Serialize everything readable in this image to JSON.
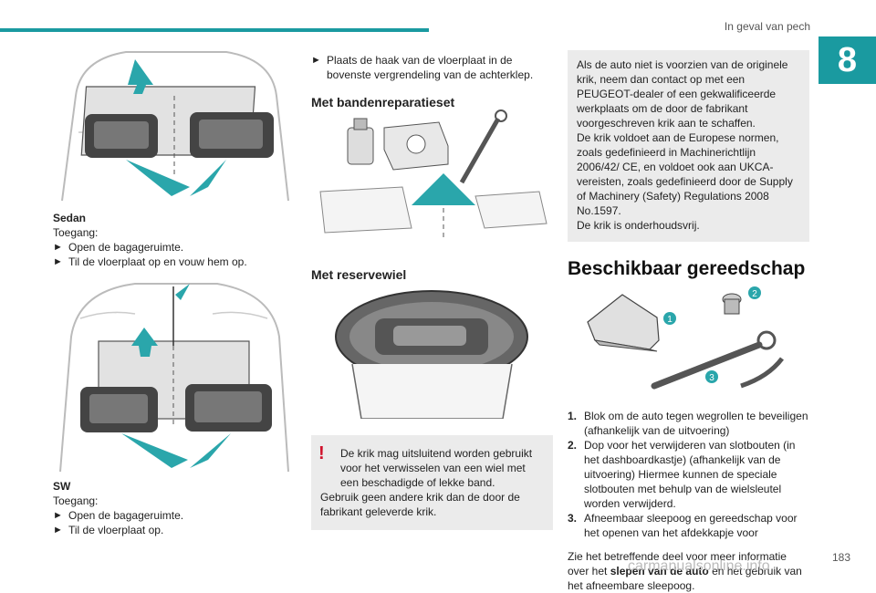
{
  "header": {
    "section_title": "In geval van pech",
    "chapter": "8",
    "page_number": "183"
  },
  "col1": {
    "sedan_title": "Sedan",
    "sedan_access": "Toegang:",
    "sedan_steps": [
      "Open de bagageruimte.",
      "Til de vloerplaat op en vouw hem op."
    ],
    "sw_title": "SW",
    "sw_access": "Toegang:",
    "sw_steps": [
      "Open de bagageruimte.",
      "Til de vloerplaat op."
    ]
  },
  "col2": {
    "hook_step": "Plaats de haak van de vloerplaat in de bovenste vergrendeling van de achterklep.",
    "repair_title": "Met bandenreparatieset",
    "spare_title": "Met reservewiel",
    "warning_line1": "De krik mag uitsluitend worden gebruikt voor het verwisselen van een wiel met een beschadigde of lekke band.",
    "warning_line2": "Gebruik geen andere krik dan de door de fabrikant geleverde krik."
  },
  "col3": {
    "info_text": "Als de auto niet is voorzien van de originele krik, neem dan contact op met een PEUGEOT-dealer of een gekwalificeerde werkplaats om de door de fabrikant voorgeschreven krik aan te schaffen.",
    "info_text2": "De krik voldoet aan de Europese normen, zoals gedefinieerd in Machinerichtlijn 2006/42/ CE, en voldoet ook aan UKCA-vereisten, zoals gedefinieerd door de Supply of Machinery (Safety) Regulations 2008 No.1597.",
    "info_text3": "De krik is onderhoudsvrij.",
    "tools_title": "Beschikbaar gereedschap",
    "callouts": [
      "1",
      "2",
      "3"
    ],
    "items": [
      {
        "num": "1.",
        "text": "Blok om de auto tegen wegrollen te beveiligen (afhankelijk van de uitvoering)"
      },
      {
        "num": "2.",
        "text": "Dop voor het verwijderen van slotbouten (in het dashboardkastje) (afhankelijk van de uitvoering) Hiermee kunnen de speciale slotbouten met behulp van de wielsleutel worden verwijderd."
      },
      {
        "num": "3.",
        "text": "Afneembaar sleepoog en gereedschap voor het openen van het afdekkapje voor"
      }
    ],
    "footer_pre": "Zie het betreffende deel voor meer informatie over het ",
    "footer_bold": "slepen van de auto",
    "footer_post": " en het gebruik van het afneembare sleepoog."
  },
  "watermark": "carmanualsonline.info",
  "colors": {
    "accent": "#1a9aa0",
    "warning": "#d0112b",
    "box": "#ebebeb"
  }
}
